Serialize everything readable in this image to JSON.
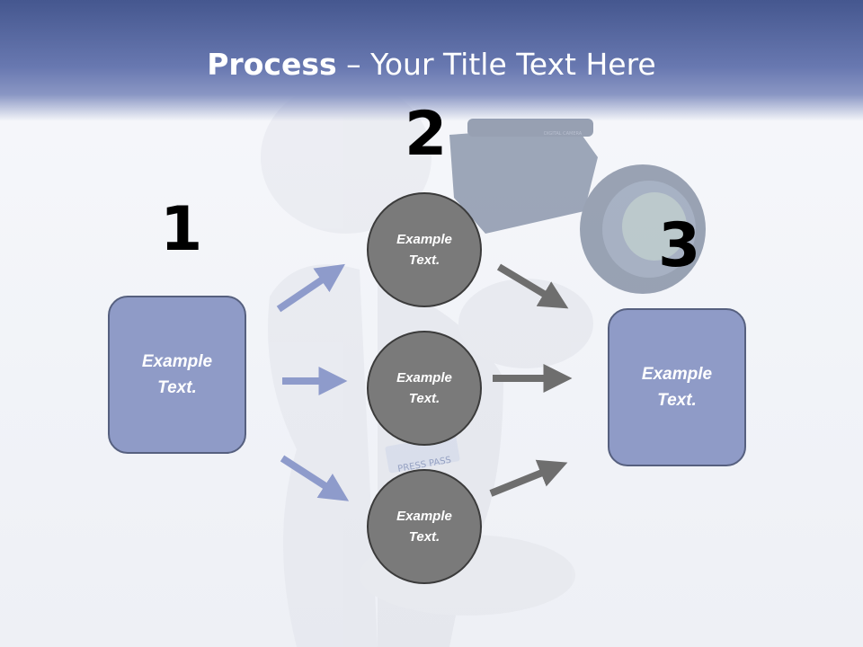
{
  "title": {
    "bold": "Process",
    "rest": " – Your Title Text Here"
  },
  "steps": {
    "one": "1",
    "two": "2",
    "three": "3"
  },
  "left_box": {
    "line1": "Example",
    "line2": "Text."
  },
  "right_box": {
    "line1": "Example",
    "line2": "Text."
  },
  "circles": [
    {
      "line1": "Example",
      "line2": "Text."
    },
    {
      "line1": "Example",
      "line2": "Text."
    },
    {
      "line1": "Example",
      "line2": "Text."
    }
  ],
  "badge_text": "PRESS PASS",
  "camera_text": "DIGITAL CAMERA",
  "colors": {
    "header": "#5d6ea8",
    "box_fill": "#8f9bc7",
    "circle_fill": "#7a7a7a",
    "blue_arrow": "#8e9bcb",
    "gray_arrow": "#6e6e6e"
  }
}
